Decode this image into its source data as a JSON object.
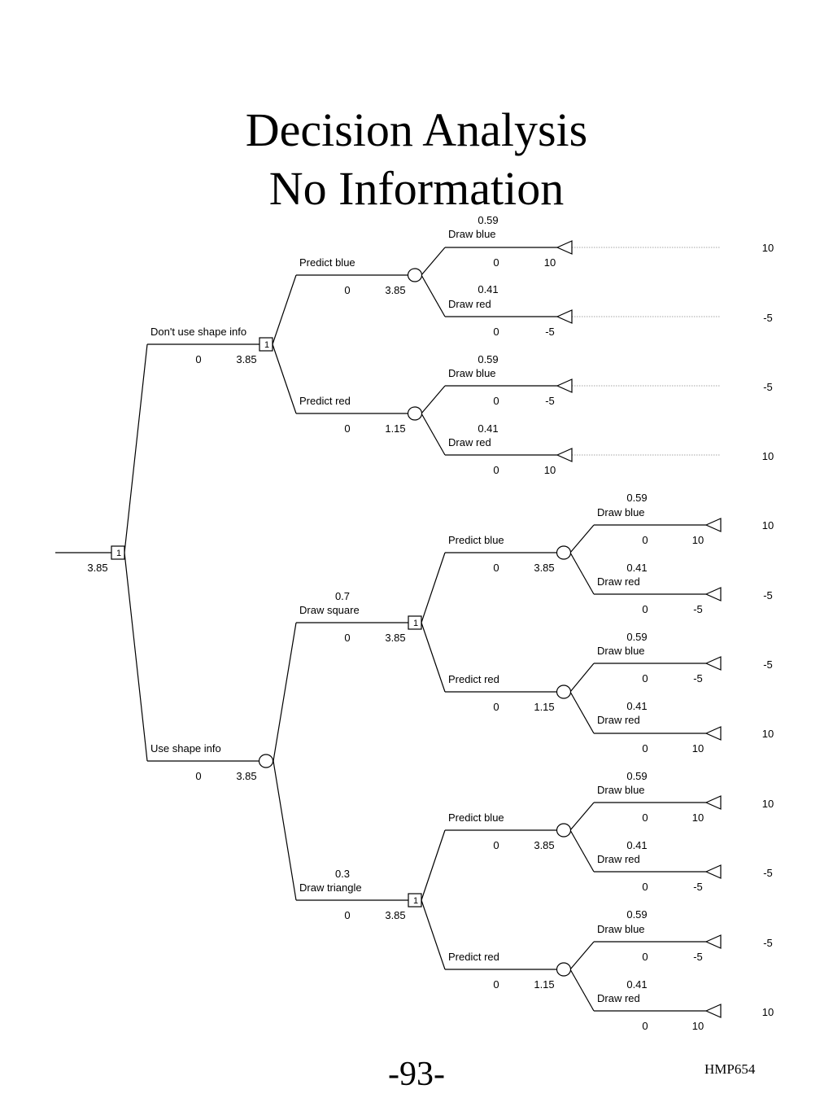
{
  "title_line1": "Decision Analysis",
  "title_line2": "No Information",
  "page_number": "-93-",
  "course_code": "HMP654",
  "tree": {
    "root_value": "3.85",
    "root_marker": "1",
    "decision_marker": "1",
    "branches": {
      "dont_use": {
        "label": "Don't use shape info",
        "cost": "0",
        "value": "3.85"
      },
      "use": {
        "label": "Use shape info",
        "cost": "0",
        "value": "3.85"
      },
      "nd_predict_blue": {
        "label": "Predict blue",
        "cost": "0",
        "value": "3.85"
      },
      "nd_predict_red": {
        "label": "Predict red",
        "cost": "0",
        "value": "1.15"
      },
      "draw_square": {
        "label": "Draw square",
        "prob": "0.7",
        "cost": "0",
        "value": "3.85"
      },
      "draw_triangle": {
        "label": "Draw triangle",
        "prob": "0.3",
        "cost": "0",
        "value": "3.85"
      },
      "sq_predict_blue": {
        "label": "Predict blue",
        "cost": "0",
        "value": "3.85"
      },
      "sq_predict_red": {
        "label": "Predict red",
        "cost": "0",
        "value": "1.15"
      },
      "tr_predict_blue": {
        "label": "Predict blue",
        "cost": "0",
        "value": "3.85"
      },
      "tr_predict_red": {
        "label": "Predict red",
        "cost": "0",
        "value": "1.15"
      }
    },
    "outcomes": [
      {
        "label": "Draw blue",
        "prob": "0.59",
        "cost": "0",
        "value": "10",
        "payoff": "10"
      },
      {
        "label": "Draw red",
        "prob": "0.41",
        "cost": "0",
        "value": "-5",
        "payoff": "-5"
      },
      {
        "label": "Draw blue",
        "prob": "0.59",
        "cost": "0",
        "value": "-5",
        "payoff": "-5"
      },
      {
        "label": "Draw red",
        "prob": "0.41",
        "cost": "0",
        "value": "10",
        "payoff": "10"
      },
      {
        "label": "Draw blue",
        "prob": "0.59",
        "cost": "0",
        "value": "10",
        "payoff": "10"
      },
      {
        "label": "Draw red",
        "prob": "0.41",
        "cost": "0",
        "value": "-5",
        "payoff": "-5"
      },
      {
        "label": "Draw blue",
        "prob": "0.59",
        "cost": "0",
        "value": "-5",
        "payoff": "-5"
      },
      {
        "label": "Draw red",
        "prob": "0.41",
        "cost": "0",
        "value": "10",
        "payoff": "10"
      },
      {
        "label": "Draw blue",
        "prob": "0.59",
        "cost": "0",
        "value": "10",
        "payoff": "10"
      },
      {
        "label": "Draw red",
        "prob": "0.41",
        "cost": "0",
        "value": "-5",
        "payoff": "-5"
      },
      {
        "label": "Draw blue",
        "prob": "0.59",
        "cost": "0",
        "value": "-5",
        "payoff": "-5"
      },
      {
        "label": "Draw red",
        "prob": "0.41",
        "cost": "0",
        "value": "10",
        "payoff": "10"
      }
    ]
  }
}
